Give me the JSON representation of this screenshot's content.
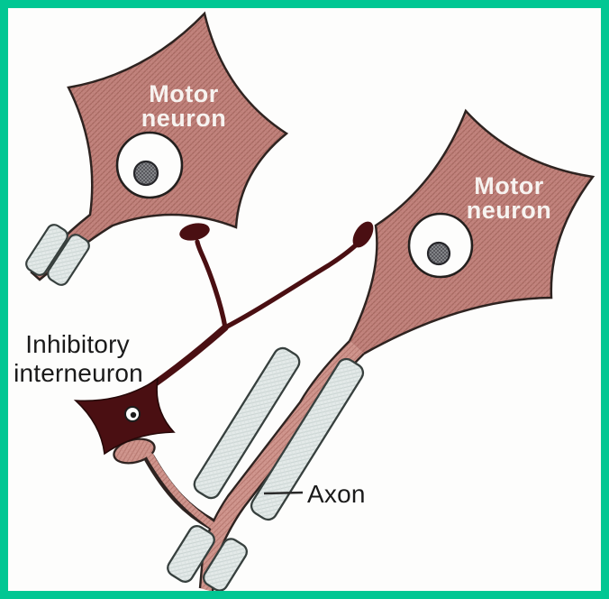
{
  "figure": {
    "kind": "neural-circuit-diagram",
    "description_visible_parts": "two motor neurons, inhibitory interneuron, axon with myelin sheath, synaptic boutons"
  },
  "labels": {
    "motor_neuron_1": {
      "line1": "Motor",
      "line2": "neuron"
    },
    "motor_neuron_2": {
      "line1": "Motor",
      "line2": "neuron"
    },
    "inhibitory_interneuron": {
      "line1": "Inhibitory",
      "line2": "interneuron"
    },
    "axon": {
      "text": "Axon"
    }
  },
  "colors": {
    "border": "#01c793",
    "background": "#fdfdfc",
    "soma_pink": "#c2837d",
    "axon_pink": "#d0968e",
    "myelin_gray": "#e4eae9",
    "interneuron_maroon": "#4a0f12",
    "outline_dark": "#2e2320",
    "myelin_outline": "#37403e",
    "label_white": "#f7f3f0",
    "label_black": "#1a1a1a"
  }
}
